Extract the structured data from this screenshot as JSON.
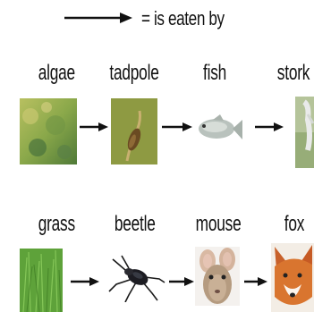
{
  "legend": {
    "text": "= is eaten by"
  },
  "chain1": [
    {
      "label": "algae",
      "icon": "algae-photo"
    },
    {
      "label": "tadpole",
      "icon": "tadpole-photo"
    },
    {
      "label": "fish",
      "icon": "fish-photo"
    },
    {
      "label": "stork",
      "icon": "stork-photo"
    }
  ],
  "chain2": [
    {
      "label": "grass",
      "icon": "grass-photo"
    },
    {
      "label": "beetle",
      "icon": "beetle-photo"
    },
    {
      "label": "mouse",
      "icon": "mouse-photo"
    },
    {
      "label": "fox",
      "icon": "fox-photo"
    }
  ]
}
